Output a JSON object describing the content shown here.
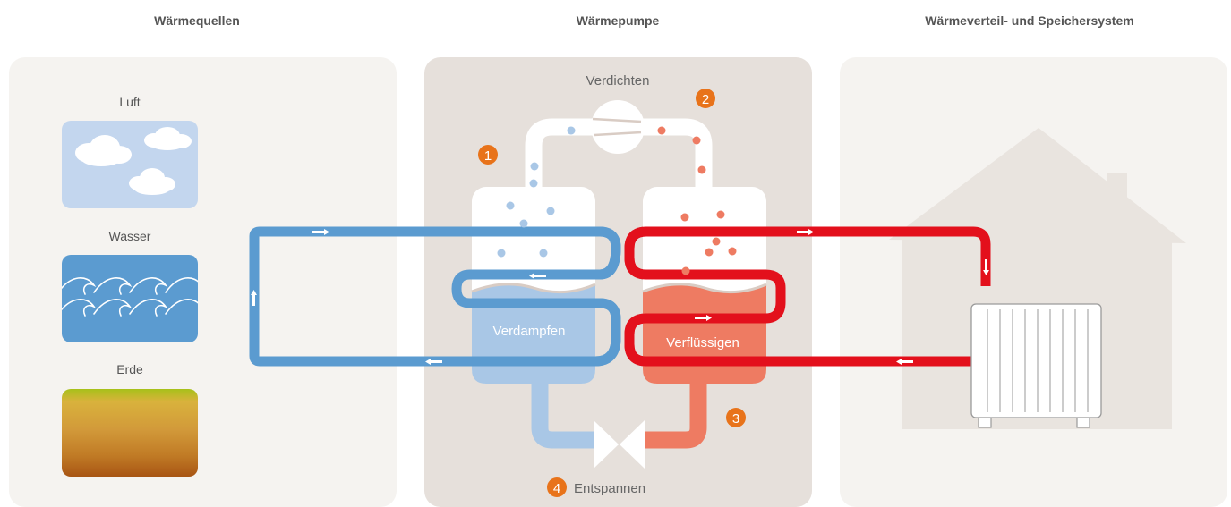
{
  "header": {
    "sources_title": "Wärmequellen",
    "pump_title": "Wärmepumpe",
    "distribution_title": "Wärmeverteil- und Speichersystem"
  },
  "sources": {
    "air": "Luft",
    "water": "Wasser",
    "earth": "Erde"
  },
  "pump": {
    "compress": "Verdichten",
    "evaporate": "Verdampfen",
    "condense": "Verflüssigen",
    "expand": "Entspannen",
    "step1": "1",
    "step2": "2",
    "step3": "3",
    "step4": "4"
  },
  "colors": {
    "cold_loop": "#5b9bd0",
    "hot_loop": "#e3101c",
    "evaporator_liquid": "#a9c7e6",
    "condenser_liquid": "#ee7b62",
    "step_badge": "#e8731a",
    "panel_light": "#f5f3f0",
    "panel_mid": "#e6e0db",
    "house": "#e9e4df"
  }
}
